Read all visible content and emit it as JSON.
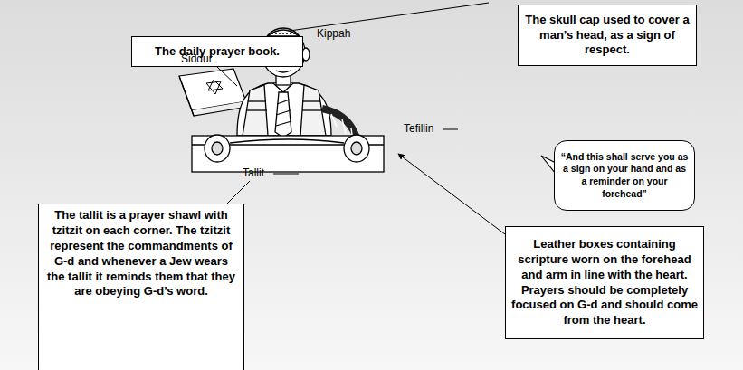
{
  "diagram": {
    "nodes": [
      {
        "text": [
          "The daily prayer book."
        ]
      },
      {
        "text": [
          "The skull cap used to cover a man’s head, as a sign of respect."
        ]
      },
      {
        "text": [
          "“And this shall serve you as a sign on your hand and as a reminder on your forehead”"
        ]
      },
      {
        "text": [
          "The tallit is a prayer shawl with tzitzit on each corner. The tzitzit represent the commandments of G-d and whenever a Jew wears the tallit it reminds them that they are obeying G-d’s word."
        ]
      },
      {
        "text": [
          "Leather boxes containing scripture worn on the forehead and arm in line with the heart. Prayers should be completely focused on G-d and should come from the heart."
        ]
      }
    ],
    "labels": [
      "Siddur",
      "Kippah",
      "Tefillin",
      "Tallit"
    ]
  }
}
